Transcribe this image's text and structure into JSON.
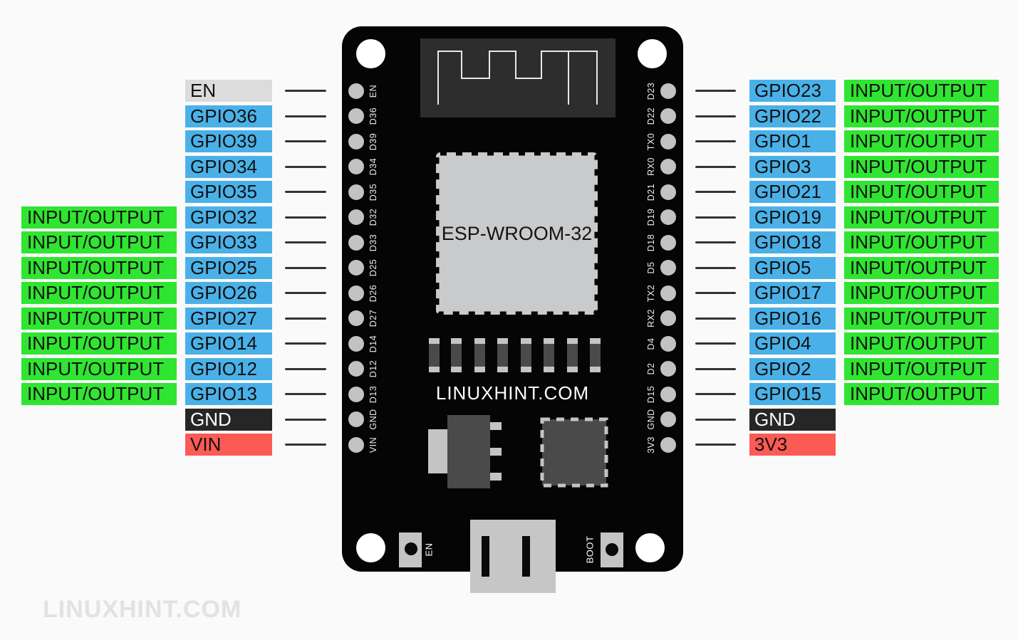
{
  "watermark": "LINUXHINT.COM",
  "board": {
    "chip_label": "ESP-WROOM-32",
    "brand": "LINUXHINT.COM",
    "en_button": "EN",
    "boot_button": "BOOT"
  },
  "left_pins": [
    {
      "name": "EN",
      "silkscreen": "EN",
      "type": "en",
      "io": ""
    },
    {
      "name": "GPIO36",
      "silkscreen": "D36",
      "type": "gpio",
      "io": ""
    },
    {
      "name": "GPIO39",
      "silkscreen": "D39",
      "type": "gpio",
      "io": ""
    },
    {
      "name": "GPIO34",
      "silkscreen": "D34",
      "type": "gpio",
      "io": ""
    },
    {
      "name": "GPIO35",
      "silkscreen": "D35",
      "type": "gpio",
      "io": ""
    },
    {
      "name": "GPIO32",
      "silkscreen": "D32",
      "type": "gpio",
      "io": "INPUT/OUTPUT"
    },
    {
      "name": "GPIO33",
      "silkscreen": "D33",
      "type": "gpio",
      "io": "INPUT/OUTPUT"
    },
    {
      "name": "GPIO25",
      "silkscreen": "D25",
      "type": "gpio",
      "io": "INPUT/OUTPUT"
    },
    {
      "name": "GPIO26",
      "silkscreen": "D26",
      "type": "gpio",
      "io": "INPUT/OUTPUT"
    },
    {
      "name": "GPIO27",
      "silkscreen": "D27",
      "type": "gpio",
      "io": "INPUT/OUTPUT"
    },
    {
      "name": "GPIO14",
      "silkscreen": "D14",
      "type": "gpio",
      "io": "INPUT/OUTPUT"
    },
    {
      "name": "GPIO12",
      "silkscreen": "D12",
      "type": "gpio",
      "io": "INPUT/OUTPUT"
    },
    {
      "name": "GPIO13",
      "silkscreen": "D13",
      "type": "gpio",
      "io": "INPUT/OUTPUT"
    },
    {
      "name": "GND",
      "silkscreen": "GND",
      "type": "gnd",
      "io": ""
    },
    {
      "name": "VIN",
      "silkscreen": "VIN",
      "type": "power",
      "io": ""
    }
  ],
  "right_pins": [
    {
      "name": "GPIO23",
      "silkscreen": "D23",
      "type": "gpio",
      "io": "INPUT/OUTPUT"
    },
    {
      "name": "GPIO22",
      "silkscreen": "D22",
      "type": "gpio",
      "io": "INPUT/OUTPUT"
    },
    {
      "name": "GPIO1",
      "silkscreen": "TX0",
      "type": "gpio",
      "io": "INPUT/OUTPUT"
    },
    {
      "name": "GPIO3",
      "silkscreen": "RX0",
      "type": "gpio",
      "io": "INPUT/OUTPUT"
    },
    {
      "name": "GPIO21",
      "silkscreen": "D21",
      "type": "gpio",
      "io": "INPUT/OUTPUT"
    },
    {
      "name": "GPIO19",
      "silkscreen": "D19",
      "type": "gpio",
      "io": "INPUT/OUTPUT"
    },
    {
      "name": "GPIO18",
      "silkscreen": "D18",
      "type": "gpio",
      "io": "INPUT/OUTPUT"
    },
    {
      "name": "GPIO5",
      "silkscreen": "D5",
      "type": "gpio",
      "io": "INPUT/OUTPUT"
    },
    {
      "name": "GPIO17",
      "silkscreen": "TX2",
      "type": "gpio",
      "io": "INPUT/OUTPUT"
    },
    {
      "name": "GPIO16",
      "silkscreen": "RX2",
      "type": "gpio",
      "io": "INPUT/OUTPUT"
    },
    {
      "name": "GPIO4",
      "silkscreen": "D4",
      "type": "gpio",
      "io": "INPUT/OUTPUT"
    },
    {
      "name": "GPIO2",
      "silkscreen": "D2",
      "type": "gpio",
      "io": "INPUT/OUTPUT"
    },
    {
      "name": "GPIO15",
      "silkscreen": "D15",
      "type": "gpio",
      "io": "INPUT/OUTPUT"
    },
    {
      "name": "GND",
      "silkscreen": "GND",
      "type": "gnd",
      "io": ""
    },
    {
      "name": "3V3",
      "silkscreen": "3V3",
      "type": "power",
      "io": ""
    }
  ],
  "colors": {
    "background": "#FAFAFA",
    "board_black": "#050505",
    "gpio_blue": "#4AB1E8",
    "io_green": "#30E531",
    "power_red": "#FC5A55",
    "gnd_dark": "#262626",
    "en_gray": "#DCDCDC",
    "pin_gray": "#C2C2C2",
    "antenna_gray": "#2D2D2D",
    "chip_gray": "#C9CACB",
    "component_dark": "#4A4A4A",
    "metal_gray": "#C4C4C4",
    "usb_gray": "#C6C6C6",
    "wire_dark": "#333333",
    "silk_white": "#EDEDED",
    "watermark_gray": "#E2E2E2",
    "text_black": "#111111"
  }
}
